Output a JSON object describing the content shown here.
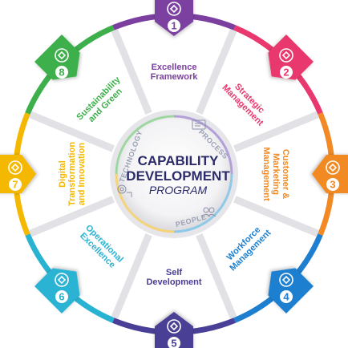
{
  "center": {
    "title_line1": "CAPABILITY",
    "title_line2": "DEVELOPMENT",
    "subtitle": "PROGRAM",
    "ring_words": [
      "PROCESS",
      "PEOPLE",
      "TECHNOLOGY"
    ]
  },
  "segments": [
    {
      "num": "1",
      "lines": [
        "Excellence",
        "Framework"
      ],
      "color": "#7b3fa0",
      "icon": "rocket-icon"
    },
    {
      "num": "2",
      "lines": [
        "Strategic",
        "Management"
      ],
      "color": "#e8386d",
      "icon": "chess-knight-icon"
    },
    {
      "num": "3",
      "lines": [
        "Customer &",
        "Marketing",
        "Management"
      ],
      "color": "#f18a24",
      "icon": "target-icon"
    },
    {
      "num": "4",
      "lines": [
        "Workforce",
        "Management"
      ],
      "color": "#1e7fd0",
      "icon": "network-gear-icon"
    },
    {
      "num": "5",
      "lines": [
        "Self",
        "Development"
      ],
      "color": "#4a3f96",
      "icon": "head-gear-icon"
    },
    {
      "num": "6",
      "lines": [
        "Operational",
        "Excellence"
      ],
      "color": "#29b3d3",
      "icon": "chart-magnifier-icon"
    },
    {
      "num": "7",
      "lines": [
        "Digital",
        "Transformation",
        "and Innovation"
      ],
      "color": "#f5b800",
      "icon": "lightbulb-gears-icon"
    },
    {
      "num": "8",
      "lines": [
        "Sustainability",
        "and Green"
      ],
      "color": "#3db04b",
      "icon": "recycle-globe-icon"
    }
  ]
}
